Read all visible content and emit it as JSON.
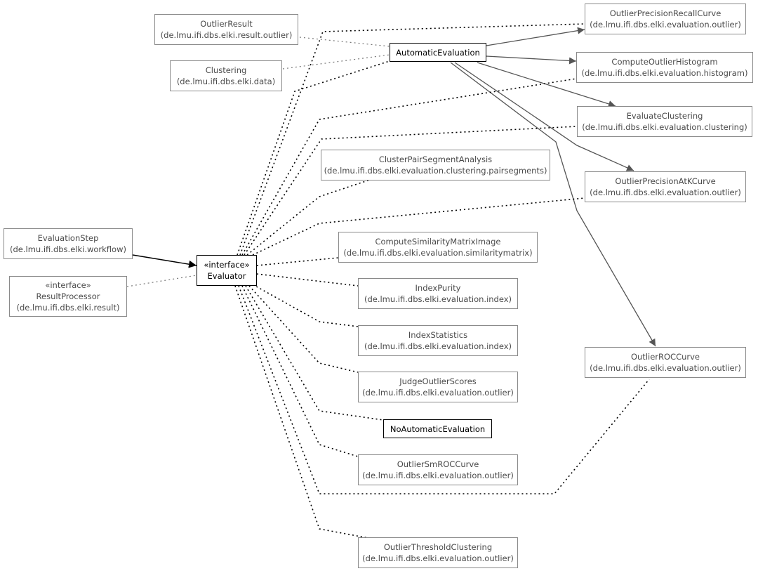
{
  "nodes": [
    {
      "id": "outlier-result",
      "lines": [
        "OutlierResult",
        "(de.lmu.ifi.dbs.elki.result.outlier)"
      ],
      "emphasis": false
    },
    {
      "id": "clustering",
      "lines": [
        "Clustering",
        "(de.lmu.ifi.dbs.elki.data)"
      ],
      "emphasis": false
    },
    {
      "id": "automatic-evaluation",
      "lines": [
        "AutomaticEvaluation"
      ],
      "emphasis": true
    },
    {
      "id": "outlier-precision-recall-curve",
      "lines": [
        "OutlierPrecisionRecallCurve",
        "(de.lmu.ifi.dbs.elki.evaluation.outlier)"
      ],
      "emphasis": false
    },
    {
      "id": "compute-outlier-histogram",
      "lines": [
        "ComputeOutlierHistogram",
        "(de.lmu.ifi.dbs.elki.evaluation.histogram)"
      ],
      "emphasis": false
    },
    {
      "id": "evaluate-clustering",
      "lines": [
        "EvaluateClustering",
        "(de.lmu.ifi.dbs.elki.evaluation.clustering)"
      ],
      "emphasis": false
    },
    {
      "id": "cluster-pair-segment-analysis",
      "lines": [
        "ClusterPairSegmentAnalysis",
        "(de.lmu.ifi.dbs.elki.evaluation.clustering.pairsegments)"
      ],
      "emphasis": false
    },
    {
      "id": "outlier-precision-at-k-curve",
      "lines": [
        "OutlierPrecisionAtKCurve",
        "(de.lmu.ifi.dbs.elki.evaluation.outlier)"
      ],
      "emphasis": false
    },
    {
      "id": "evaluation-step",
      "lines": [
        "EvaluationStep",
        "(de.lmu.ifi.dbs.elki.workflow)"
      ],
      "emphasis": false
    },
    {
      "id": "evaluator",
      "lines": [
        "«interface»",
        "Evaluator"
      ],
      "emphasis": true
    },
    {
      "id": "result-processor",
      "lines": [
        "«interface»",
        "ResultProcessor",
        "(de.lmu.ifi.dbs.elki.result)"
      ],
      "emphasis": false
    },
    {
      "id": "compute-similarity-matrix-image",
      "lines": [
        "ComputeSimilarityMatrixImage",
        "(de.lmu.ifi.dbs.elki.evaluation.similaritymatrix)"
      ],
      "emphasis": false
    },
    {
      "id": "index-purity",
      "lines": [
        "IndexPurity",
        "(de.lmu.ifi.dbs.elki.evaluation.index)"
      ],
      "emphasis": false
    },
    {
      "id": "index-statistics",
      "lines": [
        "IndexStatistics",
        "(de.lmu.ifi.dbs.elki.evaluation.index)"
      ],
      "emphasis": false
    },
    {
      "id": "judge-outlier-scores",
      "lines": [
        "JudgeOutlierScores",
        "(de.lmu.ifi.dbs.elki.evaluation.outlier)"
      ],
      "emphasis": false
    },
    {
      "id": "outlier-roc-curve",
      "lines": [
        "OutlierROCCurve",
        "(de.lmu.ifi.dbs.elki.evaluation.outlier)"
      ],
      "emphasis": false
    },
    {
      "id": "no-automatic-evaluation",
      "lines": [
        "NoAutomaticEvaluation"
      ],
      "emphasis": true
    },
    {
      "id": "outlier-sm-roc-curve",
      "lines": [
        "OutlierSmROCCurve",
        "(de.lmu.ifi.dbs.elki.evaluation.outlier)"
      ],
      "emphasis": false
    },
    {
      "id": "outlier-threshold-clustering",
      "lines": [
        "OutlierThresholdClustering",
        "(de.lmu.ifi.dbs.elki.evaluation.outlier)"
      ],
      "emphasis": false
    }
  ],
  "edges": [
    {
      "from": "evaluation-step",
      "to": "evaluator",
      "style": "association"
    },
    {
      "from": "result-processor",
      "to": "evaluator",
      "style": "dependency"
    },
    {
      "from": "automatic-evaluation",
      "to": "outlier-precision-recall-curve",
      "style": "association"
    },
    {
      "from": "automatic-evaluation",
      "to": "compute-outlier-histogram",
      "style": "association"
    },
    {
      "from": "automatic-evaluation",
      "to": "evaluate-clustering",
      "style": "association"
    },
    {
      "from": "automatic-evaluation",
      "to": "outlier-precision-at-k-curve",
      "style": "association"
    },
    {
      "from": "automatic-evaluation",
      "to": "outlier-roc-curve",
      "style": "association"
    },
    {
      "from": "outlier-result",
      "to": "automatic-evaluation",
      "style": "dependency"
    },
    {
      "from": "clustering",
      "to": "automatic-evaluation",
      "style": "dependency"
    },
    {
      "from": "evaluator",
      "to": "automatic-evaluation",
      "style": "realization"
    },
    {
      "from": "evaluator",
      "to": "outlier-precision-recall-curve",
      "style": "realization"
    },
    {
      "from": "evaluator",
      "to": "compute-outlier-histogram",
      "style": "realization"
    },
    {
      "from": "evaluator",
      "to": "evaluate-clustering",
      "style": "realization"
    },
    {
      "from": "evaluator",
      "to": "cluster-pair-segment-analysis",
      "style": "realization"
    },
    {
      "from": "evaluator",
      "to": "outlier-precision-at-k-curve",
      "style": "realization"
    },
    {
      "from": "evaluator",
      "to": "compute-similarity-matrix-image",
      "style": "realization"
    },
    {
      "from": "evaluator",
      "to": "index-purity",
      "style": "realization"
    },
    {
      "from": "evaluator",
      "to": "index-statistics",
      "style": "realization"
    },
    {
      "from": "evaluator",
      "to": "judge-outlier-scores",
      "style": "realization"
    },
    {
      "from": "evaluator",
      "to": "no-automatic-evaluation",
      "style": "realization"
    },
    {
      "from": "evaluator",
      "to": "outlier-sm-roc-curve",
      "style": "realization"
    },
    {
      "from": "evaluator",
      "to": "outlier-roc-curve",
      "style": "realization"
    },
    {
      "from": "evaluator",
      "to": "outlier-threshold-clustering",
      "style": "realization"
    }
  ]
}
